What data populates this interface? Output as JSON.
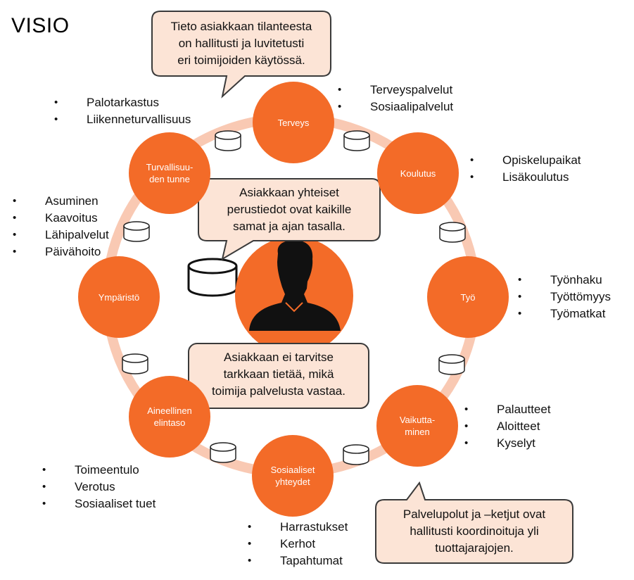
{
  "title": "VISIO",
  "center": {
    "icon": "person-silhouette-icon"
  },
  "database_icon": "database-cylinder-icon",
  "colors": {
    "node": "#f36b28",
    "ring": "#f9c9b3",
    "bubble_fill": "#fce4d6",
    "bubble_border": "#3a3a3a"
  },
  "nodes": [
    {
      "id": "terveys",
      "label": "Terveys",
      "items": [
        "Terveyspalvelut",
        "Sosiaalipalvelut"
      ]
    },
    {
      "id": "koulutus",
      "label": "Koulutus",
      "items": [
        "Opiskelupaikat",
        "Lisäkoulutus"
      ]
    },
    {
      "id": "tyo",
      "label": "Työ",
      "items": [
        "Työnhaku",
        "Työttömyys",
        "Työmatkat"
      ]
    },
    {
      "id": "vaikuttaminen",
      "label": "Vaikutta-\nminen",
      "items": [
        "Palautteet",
        "Aloitteet",
        "Kyselyt"
      ]
    },
    {
      "id": "sosiaaliset",
      "label": "Sosiaaliset\nyhteydet",
      "items": [
        "Harrastukset",
        "Kerhot",
        "Tapahtumat"
      ]
    },
    {
      "id": "aineellinen",
      "label": "Aineellinen\nelintaso",
      "items": [
        "Toimeentulo",
        "Verotus",
        "Sosiaaliset tuet"
      ]
    },
    {
      "id": "ymparisto",
      "label": "Ympäristö",
      "items": [
        "Asuminen",
        "Kaavoitus",
        "Lähipalvelut",
        "Päivähoito"
      ]
    },
    {
      "id": "turvallisuus",
      "label": "Turvallisuu-\nden tunne",
      "items": [
        "Palotarkastus",
        "Liikenneturvallisuus"
      ]
    }
  ],
  "bubbles": [
    {
      "id": "bubble-top",
      "text": "Tieto asiakkaan tilanteesta\non hallitusti ja luvitetusti\neri toimijoiden käytössä."
    },
    {
      "id": "bubble-center",
      "text": "Asiakkaan yhteiset\nperustiedot ovat kaikille\nsamat ja ajan tasalla."
    },
    {
      "id": "bubble-lower",
      "text": "Asiakkaan ei tarvitse\ntarkkaan tietää, mikä\ntoimija palvelusta vastaa."
    },
    {
      "id": "bubble-bottom",
      "text": "Palvelupolut ja –ketjut ovat\nhallitusti koordinoituja yli\ntuottajarajojen."
    }
  ]
}
